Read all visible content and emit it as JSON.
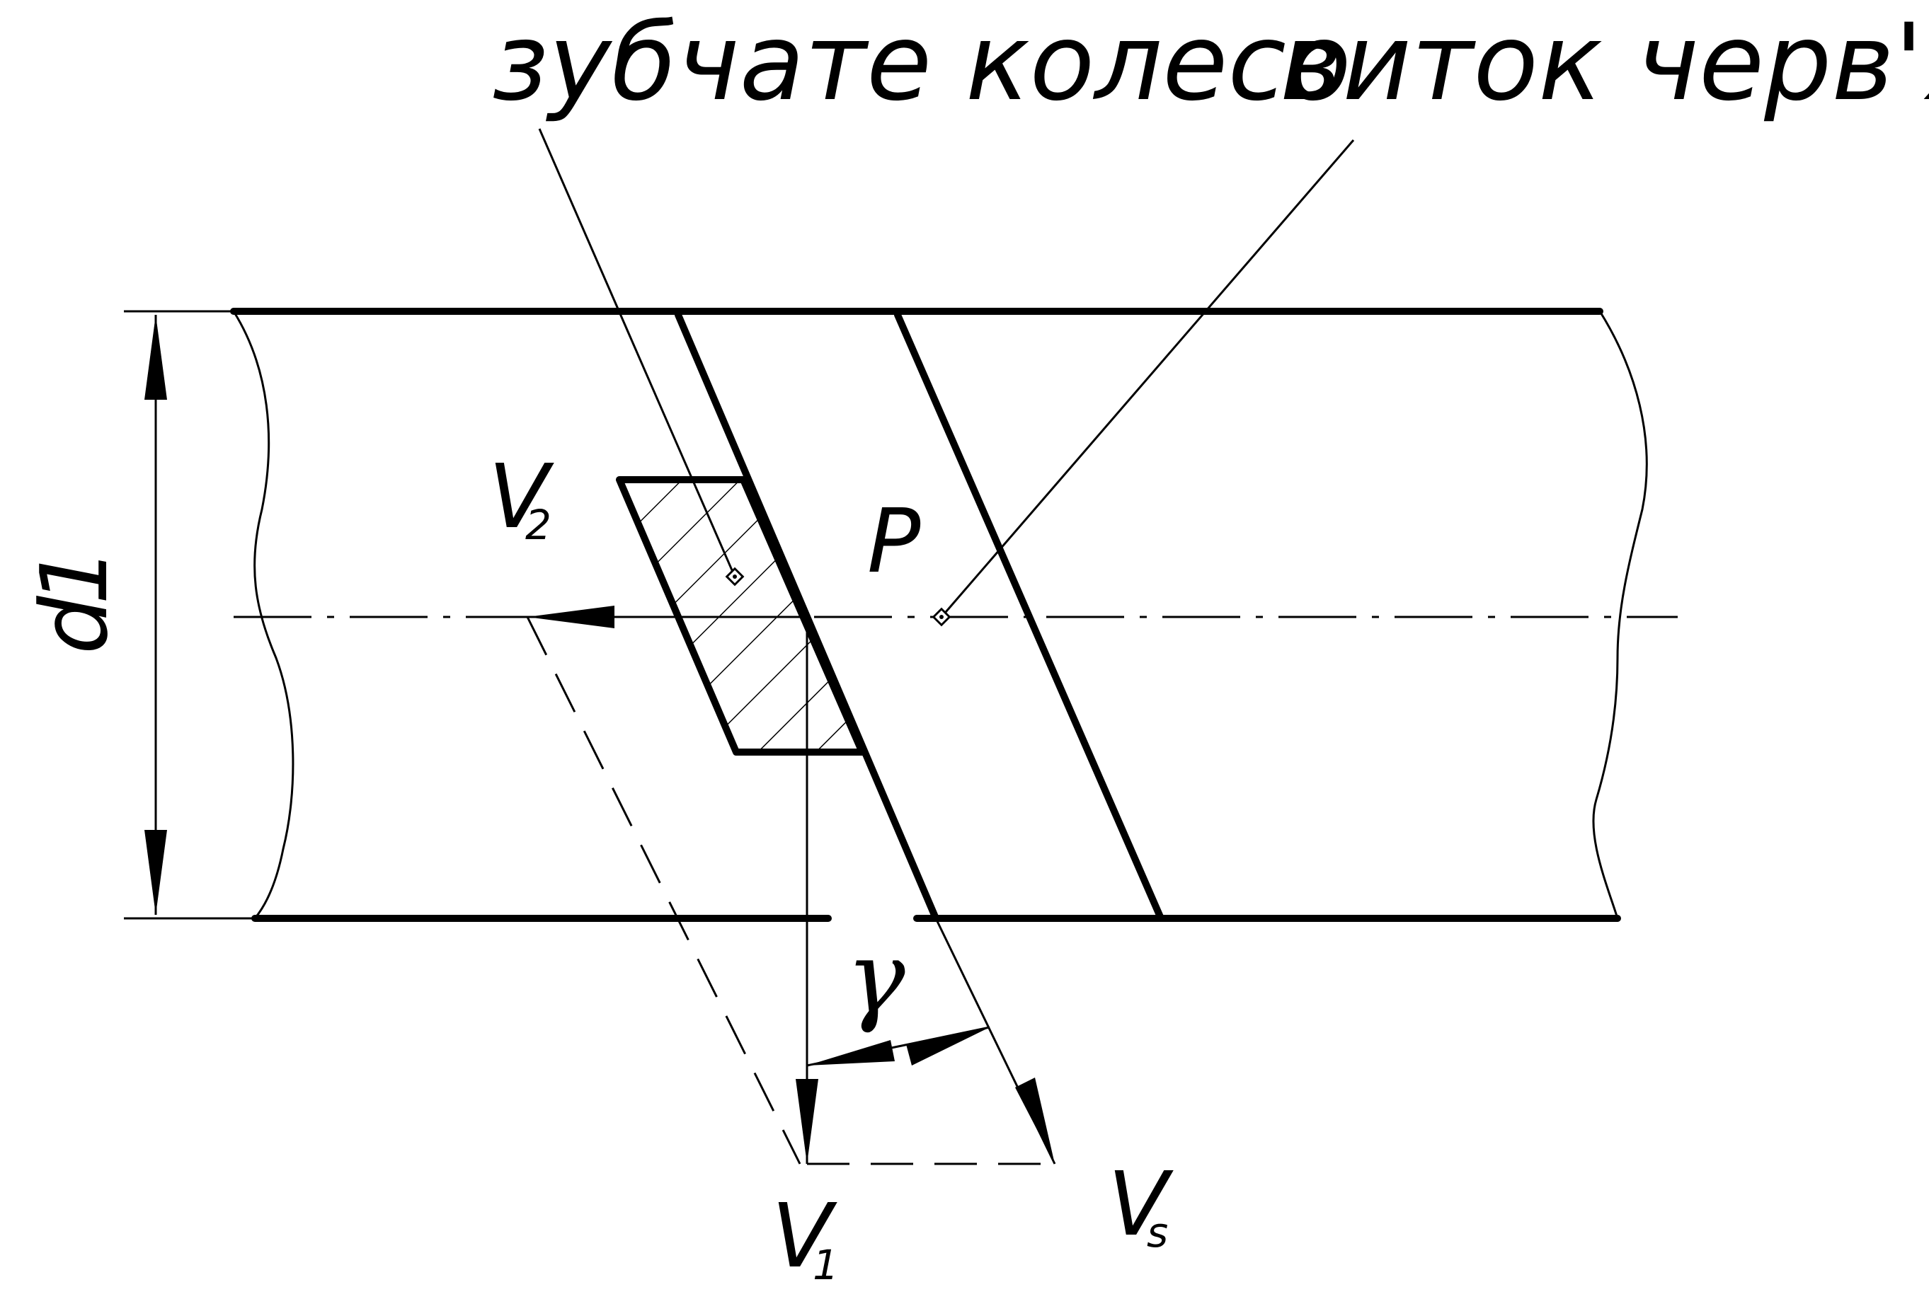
{
  "labels": {
    "gear_wheel": "зубчате колесо",
    "worm_thread": "виток черв'яка",
    "pitch_point": "P",
    "diameter": "d",
    "diameter_sub": "1",
    "v2": "V",
    "v2_sub": "2",
    "v1": "V",
    "v1_sub": "1",
    "vs": "V",
    "vs_sub": "s",
    "angle": "γ"
  }
}
